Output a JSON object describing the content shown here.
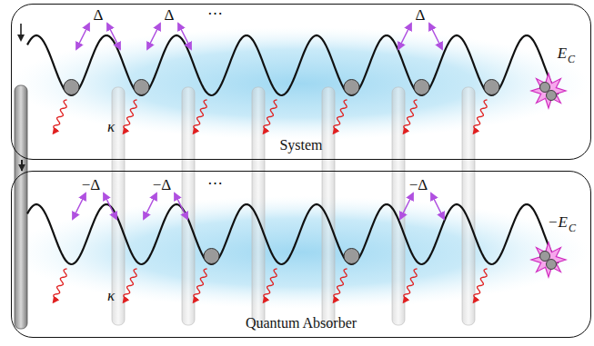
{
  "diagram": {
    "nodes": [
      {
        "text": [
          "System"
        ]
      },
      {
        "text": [
          "Quantum Absorber"
        ]
      }
    ],
    "edges": [
      {
        "from": 0,
        "to": 1,
        "arrow": "to"
      }
    ],
    "labels": [
      "Δ",
      "Δ",
      "⋯",
      "Δ",
      "κ",
      "E",
      "C",
      "−Δ",
      "−Δ",
      "⋯",
      "−Δ",
      "κ",
      "−E",
      "C"
    ]
  }
}
